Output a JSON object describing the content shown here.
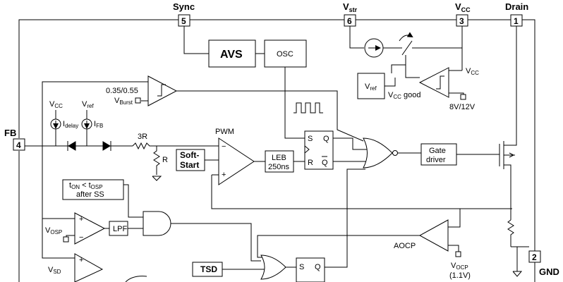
{
  "pins": {
    "sync": {
      "number": "5",
      "name": "Sync"
    },
    "vstr": {
      "number": "6",
      "name": "V",
      "sub": "str"
    },
    "vcc": {
      "number": "3",
      "name": "V",
      "sub": "CC"
    },
    "drain": {
      "number": "1",
      "name": "Drain"
    },
    "fb": {
      "number": "4",
      "name": "FB"
    },
    "gnd": {
      "number": "2",
      "name": "GND"
    }
  },
  "blocks": {
    "avs": "AVS",
    "osc": "OSC",
    "vref": {
      "main": "V",
      "sub": "ref"
    },
    "softstart": [
      "Soft-",
      "Start"
    ],
    "leb": [
      "LEB",
      "250ns"
    ],
    "gate_driver": [
      "Gate",
      "driver"
    ],
    "lpf": "LPF",
    "tsd": "TSD",
    "ton_box": [
      "t",
      "ON",
      " < t",
      "OSP",
      "after SS"
    ]
  },
  "labels": {
    "vcc_good": {
      "main": "V",
      "sub": "CC",
      "rest": " good"
    },
    "vcc_comp": {
      "main": "V",
      "sub": "CC"
    },
    "uvlo": "8V/12V",
    "burst_levels": "0.35/0.55",
    "vburst": {
      "main": "V",
      "sub": "Burst"
    },
    "vcc_left": {
      "main": "V",
      "sub": "CC"
    },
    "vref_left": {
      "main": "V",
      "sub": "ref"
    },
    "idelay": {
      "main": "I",
      "sub": "delay"
    },
    "ifb": {
      "main": "I",
      "sub": "FB"
    },
    "r3": "3R",
    "r1": "R",
    "pwm": "PWM",
    "vosp": {
      "main": "V",
      "sub": "OSP"
    },
    "vsd": {
      "main": "V",
      "sub": "SD"
    },
    "aocp": "AOCP",
    "vocp": {
      "main": "V",
      "sub": "OCP"
    },
    "vocp_val": "(1.1V)",
    "ff_s": "S",
    "ff_q": "Q",
    "ff_r": "R",
    "ff_qbar": "Q",
    "ff2_s": "S",
    "ff2_q": "Q",
    "plus": "+",
    "minus": "−"
  }
}
